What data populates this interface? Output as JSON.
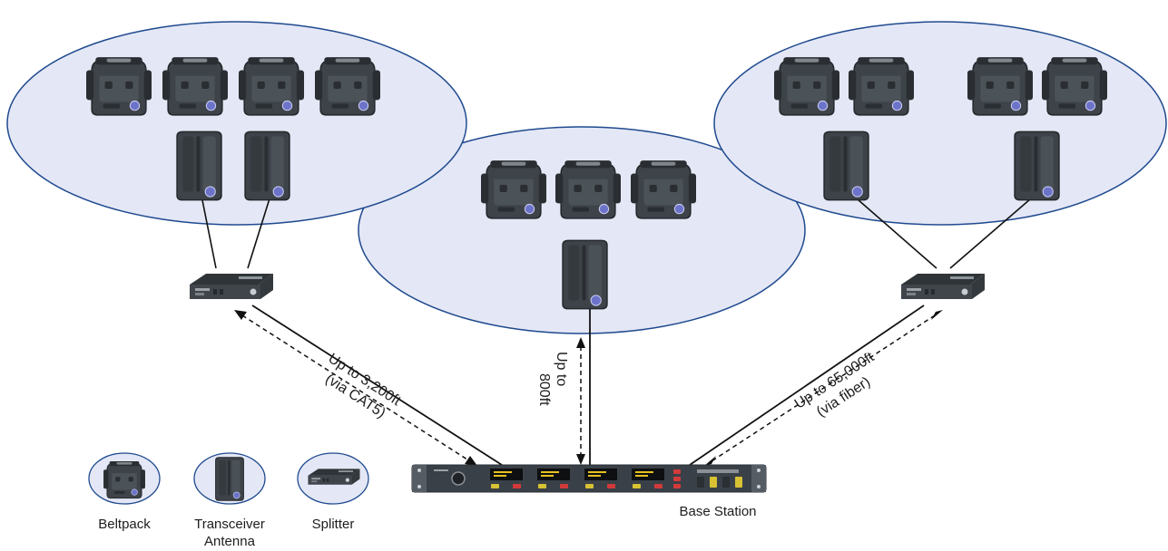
{
  "colors": {
    "zone_fill": "#e4e7f5",
    "zone_stroke": "#1f4a8f",
    "device_body": "#3d4349",
    "device_dark": "#262a2e",
    "knob_accent": "#6c73c9",
    "link_line": "#111111"
  },
  "zones": {
    "left": {
      "beltpack_count": 4,
      "antenna_count": 2
    },
    "center": {
      "beltpack_count": 3,
      "antenna_count": 1
    },
    "right": {
      "beltpack_count": 4,
      "antenna_count": 2
    }
  },
  "links": {
    "left": {
      "line1": "Up to 3,200ft",
      "line2": "(via CAT5)"
    },
    "center": {
      "line1": "Up to",
      "line2": "800ft"
    },
    "right": {
      "line1": "Up to 65,000ft",
      "line2": "(via fiber)"
    }
  },
  "base_station": {
    "label": "Base Station",
    "icon": "rack-base-station-icon",
    "channel_displays": 4
  },
  "legend": {
    "beltpack": {
      "label": "Beltpack",
      "icon": "beltpack-icon"
    },
    "antenna": {
      "label_line1": "Transceiver",
      "label_line2": "Antenna",
      "icon": "transceiver-antenna-icon"
    },
    "splitter": {
      "label": "Splitter",
      "icon": "splitter-icon"
    }
  }
}
